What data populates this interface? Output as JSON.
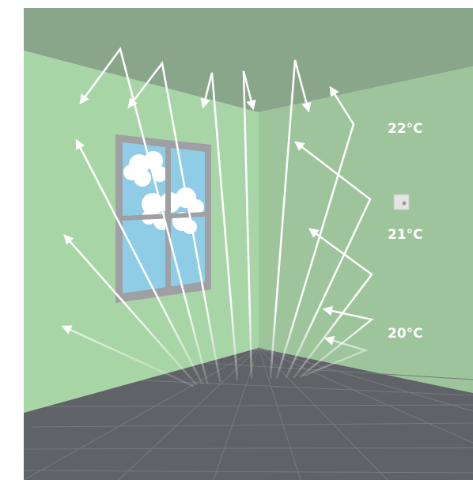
{
  "temperatures": {
    "high": "22°C",
    "mid": "21°C",
    "low": "20°C"
  },
  "colors": {
    "ceiling": "#8aa68a",
    "left_wall": "#a8d5a6",
    "right_wall": "#9dc49b",
    "floor": "#5f6266",
    "floor_grid": "#777a7e",
    "window_frame": "#9ea0a3",
    "window_sky": "#8fcde6",
    "cloud": "#ffffff",
    "arrow": "#ffffff",
    "thermostat": "#e4e4e4"
  },
  "icons": [
    "window-icon",
    "cloud-icon",
    "thermostat-icon",
    "heat-ray-arrow-icon"
  ]
}
